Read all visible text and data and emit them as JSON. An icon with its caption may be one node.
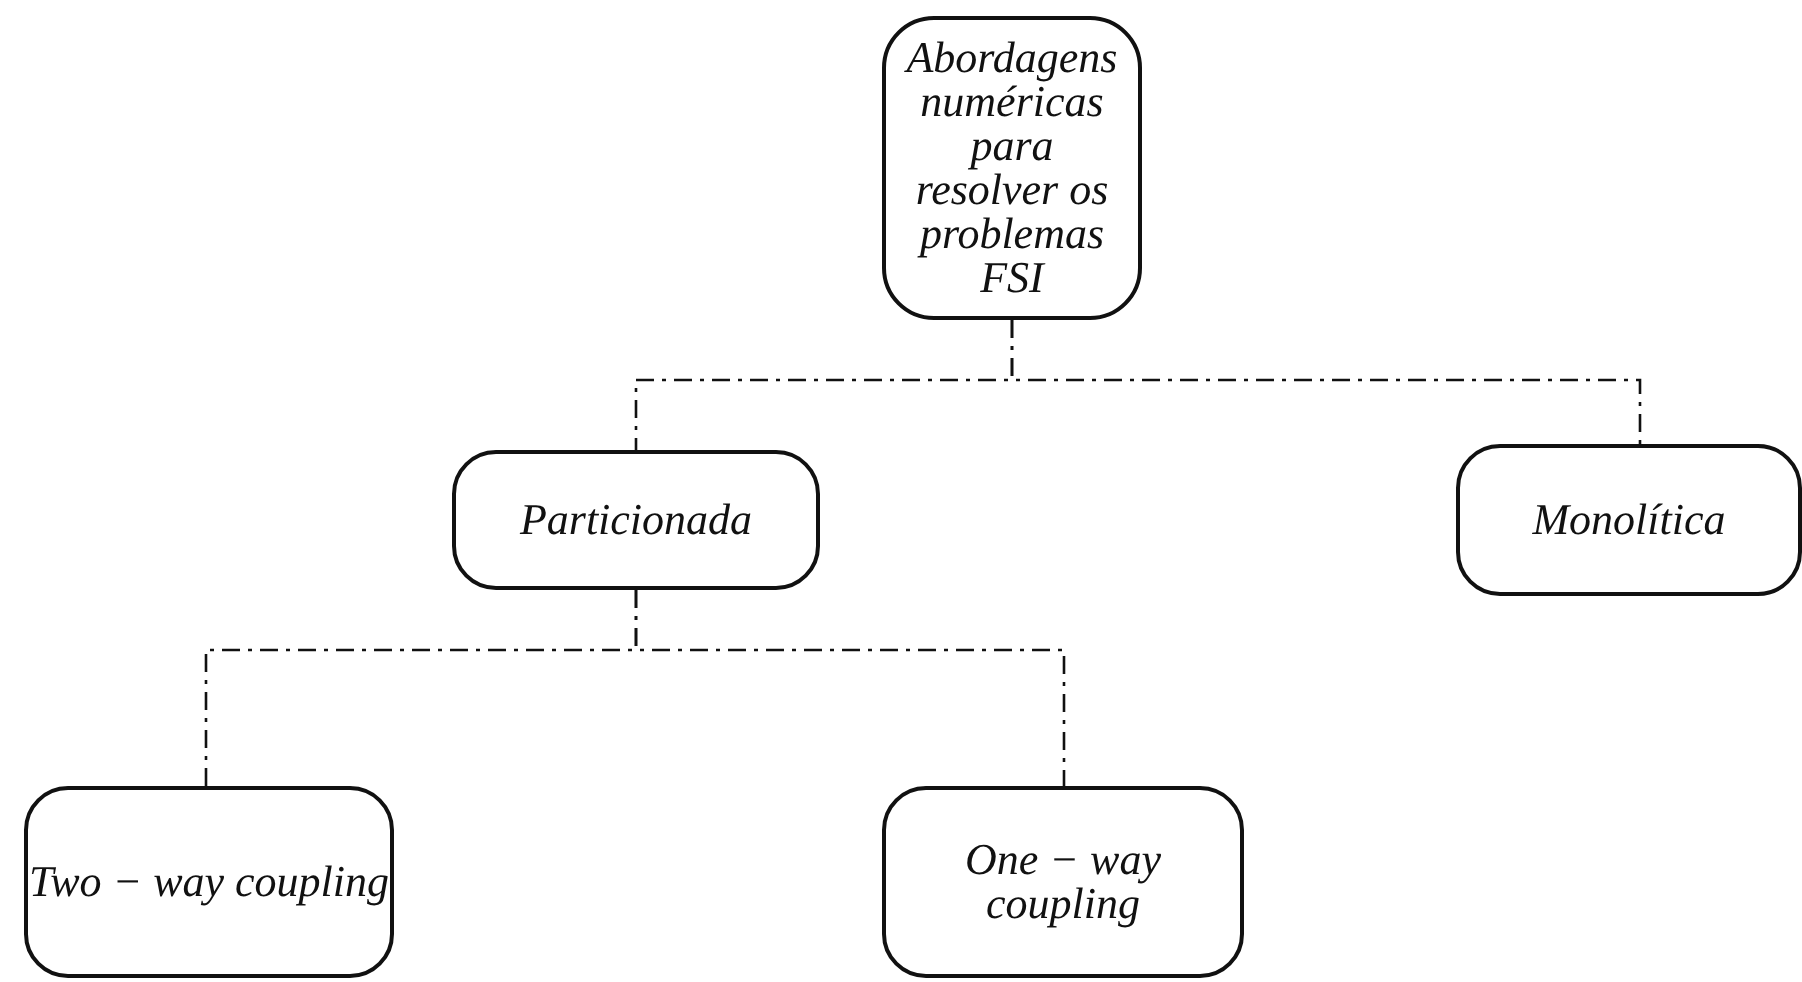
{
  "diagram": {
    "nodes": [
      {
        "text": [
          "Abordagens numéricas para resolver os problemas FSI"
        ]
      },
      {
        "text": [
          "Particionada"
        ]
      },
      {
        "text": [
          "Monolítica"
        ]
      },
      {
        "text": [
          "Two − way coupling"
        ]
      },
      {
        "text": [
          "One − way coupling"
        ]
      }
    ],
    "edges": [
      {
        "from": 0,
        "to": 1,
        "arrow": "none",
        "style": "dashed"
      },
      {
        "from": 0,
        "to": 2,
        "arrow": "none",
        "style": "dashed"
      },
      {
        "from": 1,
        "to": 3,
        "arrow": "none",
        "style": "dashed"
      },
      {
        "from": 1,
        "to": 4,
        "arrow": "none",
        "style": "dashed"
      }
    ]
  }
}
